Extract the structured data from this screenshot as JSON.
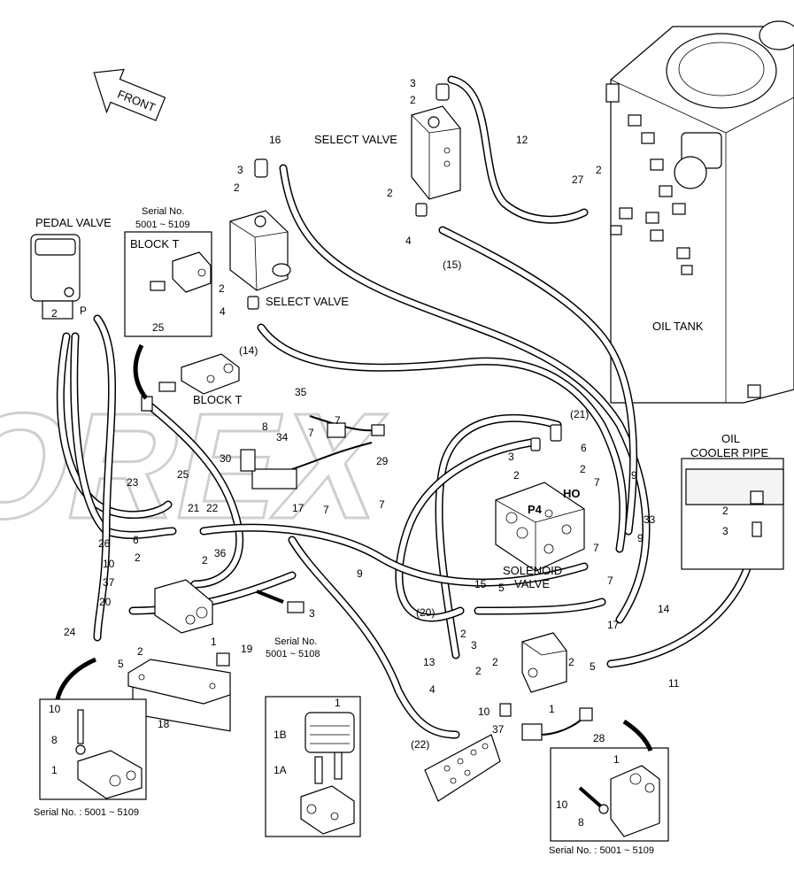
{
  "labels": {
    "pedal_valve": "PEDAL VALVE",
    "select_valve_top": "SELECT VALVE",
    "select_valve_mid": "SELECT VALVE",
    "block_t_inset": "BLOCK T",
    "block_t": "BLOCK T",
    "oil_tank": "OIL TANK",
    "oil_cooler_1": "OIL",
    "oil_cooler_2": "COOLER PIPE",
    "solenoid_1": "SOLENOID",
    "solenoid_2": "VALVE",
    "front": "FRONT",
    "port_p": "P",
    "port_p4": "P4",
    "port_ho": "HO",
    "watermark": "OREX"
  },
  "serials": {
    "inset_top_line1": "Serial No.",
    "inset_top_line2": "5001 ~ 5109",
    "bottom_left": "Serial No. : 5001 ~ 5109",
    "bottom_right": "Serial No. : 5001 ~ 5109",
    "mid_line1": "Serial No.",
    "mid_line2": "5001 ~ 5108"
  },
  "callouts": {
    "c1": "1",
    "c2": "2",
    "c3": "3",
    "c4": "4",
    "c5": "5",
    "c6": "6",
    "c7": "7",
    "c8": "8",
    "c9": "9",
    "c10": "10",
    "c11": "11",
    "c12": "12",
    "c13": "13",
    "c14": "14",
    "c15": "15",
    "c16": "16",
    "c17": "17",
    "c18": "18",
    "c19": "19",
    "c20": "20",
    "c21": "21",
    "c22": "22",
    "c23": "23",
    "c24": "24",
    "c25": "25",
    "c26": "26",
    "c27": "27",
    "c28": "28",
    "c29": "29",
    "c30": "30",
    "c33": "33",
    "c34": "34",
    "c35": "35",
    "c36": "36",
    "c37": "37",
    "c1a": "1A",
    "c1b": "1B",
    "p14": "(14)",
    "p15": "(15)",
    "p20": "(20)",
    "p21": "(21)",
    "p22": "(22)"
  }
}
